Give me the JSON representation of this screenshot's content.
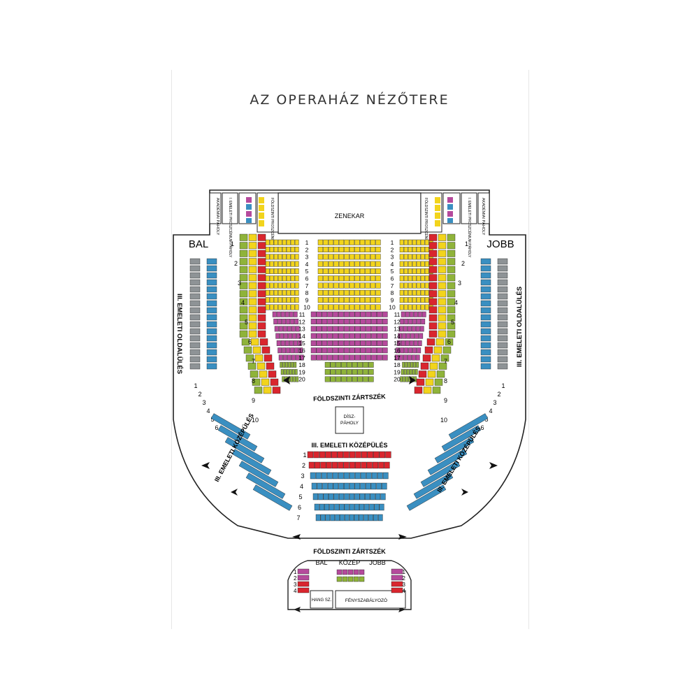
{
  "title": "AZ OPERAHÁZ NÉZŐTERE",
  "labels": {
    "zenekar": "ZENEKAR",
    "bal": "BAL",
    "jobb": "JOBB",
    "foldszinti_zartszek": "FÖLDSZINTI ZÁRTSZÉK",
    "foldszinti_zartszek_lower": "FÖLDSZINTI ZÁRTSZÉK",
    "disz_paholy_1": "DÍSZ-",
    "disz_paholy_2": "PÁHOLY",
    "emeleti_kozepules": "III. EMELETI KÖZÉPÜLÉS",
    "emeleti_oldalules": "III. EMELETI OLDALÜLÉS",
    "emeleti_kozepules_side": "III. EMELETI KÖZÉPÜLÉS",
    "kozep": "KÖZÉP",
    "hang_sz": "HANG SZ.",
    "fenyszabalyozo": "FÉNYSZABÁLYOZÓ"
  },
  "pit_boxes": {
    "left": [
      "AKADÉMIAI PÁHOLY",
      "I. EMELETI PROSZCÉNIUM PÁHOLY",
      "FÖLDSZINTI PROSZCÉNIUM"
    ],
    "right": [
      "FÖLDSZINTI PROSZCÉNIUM",
      "I. EMELETI PROSZCÉNIUM PÁHOLY",
      "AKADÉMIAI PÁHOLY"
    ]
  },
  "stalls_rows": [
    "1",
    "2",
    "3",
    "4",
    "5",
    "6",
    "7",
    "8",
    "9",
    "10",
    "11",
    "12",
    "13",
    "14",
    "15",
    "16",
    "17",
    "18",
    "19",
    "20"
  ],
  "balcony_rows": [
    "1",
    "2",
    "3",
    "4",
    "5",
    "6",
    "7"
  ],
  "gallery_rows": [
    "1",
    "2",
    "3",
    "4"
  ],
  "side_box_numbers": [
    "1",
    "2",
    "3",
    "4",
    "5",
    "6",
    "7",
    "8",
    "9",
    "10"
  ],
  "side_small_numbers": [
    "1",
    "2",
    "3",
    "4",
    "5",
    "6"
  ],
  "colors": {
    "yellow": "#f2d41c",
    "magenta": "#b54a9c",
    "green": "#8fb33a",
    "red": "#d9262e",
    "blue": "#3a8fc1",
    "grey": "#8e9396",
    "outline": "#222222"
  },
  "seat_categories": [
    {
      "name": "yellow",
      "rows": [
        "1",
        "2",
        "3",
        "4",
        "5",
        "6",
        "7",
        "8",
        "9",
        "10"
      ]
    },
    {
      "name": "magenta",
      "rows": [
        "11",
        "12",
        "13",
        "14",
        "15",
        "16",
        "17"
      ]
    },
    {
      "name": "green",
      "rows": [
        "18",
        "19",
        "20"
      ]
    }
  ]
}
